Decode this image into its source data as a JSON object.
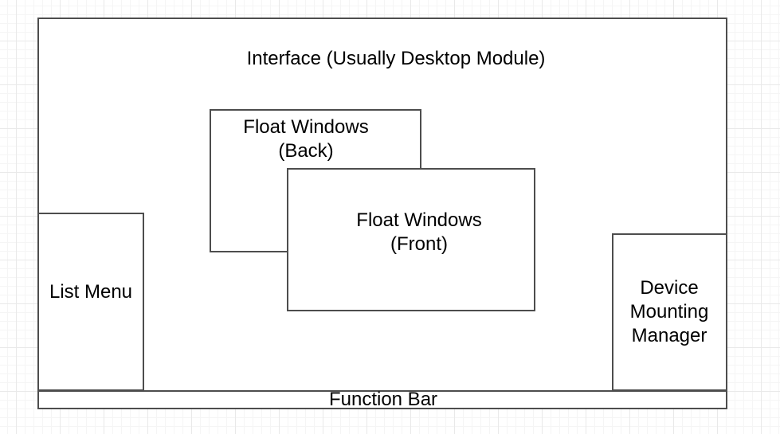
{
  "diagram": {
    "description": "UI architecture diagram on a grid drawing canvas",
    "nodes": {
      "interface": {
        "label": "Interface (Usually Desktop Module)"
      },
      "float_back": {
        "label": "Float Windows\n(Back)"
      },
      "float_front": {
        "label": "Float Windows\n(Front)"
      },
      "list_menu": {
        "label": "List Menu"
      },
      "device_mounting_manager": {
        "label": "Device\nMounting\nManager"
      },
      "function_bar": {
        "label": "Function Bar"
      }
    },
    "colors": {
      "shape_stroke": "#4d4d4d",
      "shape_fill": "#ffffff",
      "text": "#000000",
      "canvas_background": "#ffffff",
      "grid_minor": "#f5f5f5",
      "grid_major": "#e9e9e9"
    }
  }
}
